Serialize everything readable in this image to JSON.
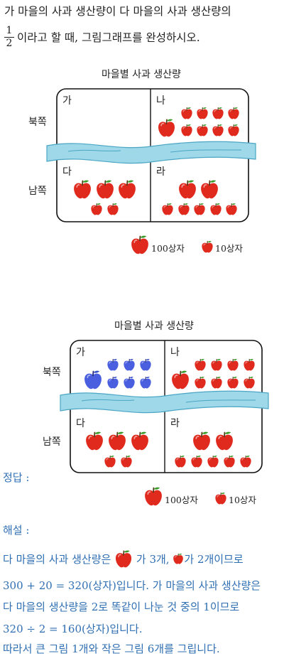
{
  "question": {
    "line1": "가 마을의 사과 생산량이 다 마을의 사과 생산량의",
    "frac_num": "1",
    "frac_den": "2",
    "line2": "이라고 할 때, 그림그래프를 완성하시오."
  },
  "graph1": {
    "title": "마을별 사과 생산량",
    "north_label": "북쪽",
    "south_label": "남쪽",
    "cells": {
      "ga": "가",
      "na": "나",
      "da": "다",
      "ra": "라"
    },
    "legend_big": "100상자",
    "legend_small": "10상자"
  },
  "graph2": {
    "title": "마을별 사과 생산량",
    "north_label": "북쪽",
    "south_label": "남쪽",
    "cells": {
      "ga": "가",
      "na": "나",
      "da": "다",
      "ra": "라"
    },
    "legend_big": "100상자",
    "legend_small": "10상자"
  },
  "answer": {
    "label": "정답 :"
  },
  "explanation": {
    "label": "해설 :",
    "line1_a": "다 마을의 사과 생산량은",
    "line1_b": "가 3개,",
    "line1_c": "가 2개이므로",
    "line2": "300 + 20 = 320(상자)입니다. 가 마을의 사과 생산량은",
    "line3": "다 마을의 생산량을 2로 똑같이 나눈 것 중의 1이므로",
    "line4": "320 ÷ 2 = 160(상자)입니다.",
    "line5": "따라서 큰 그림 1개와 작은 그림 6개를 그립니다."
  },
  "colors": {
    "apple_red": "#e02a1e",
    "apple_blue": "#4a5fe0",
    "river": "#9fd8e8",
    "explanation_text": "#2f6fb3"
  },
  "icons": [
    "apple-icon",
    "blue-apple-icon",
    "river-icon"
  ]
}
